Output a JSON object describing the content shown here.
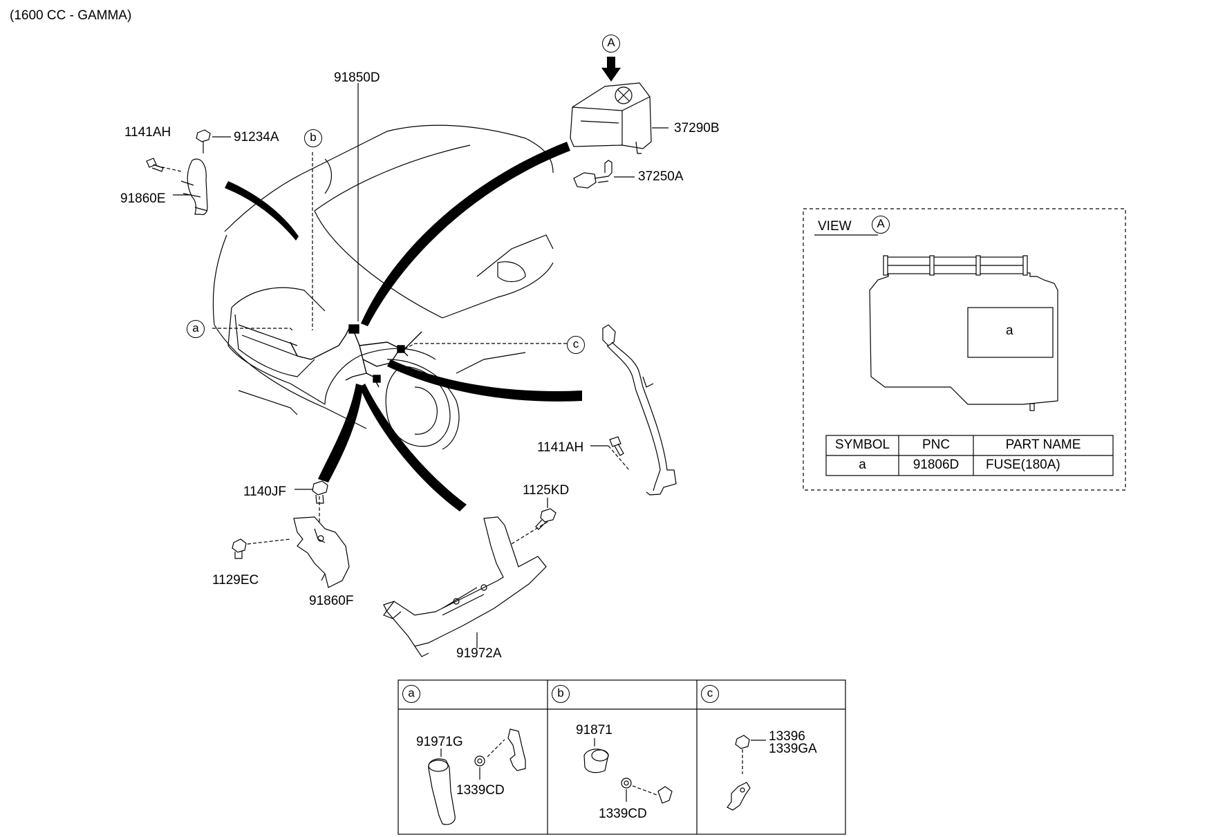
{
  "header": {
    "title": "(1600 CC - GAMMA)"
  },
  "parts": {
    "p91850D": "91850D",
    "p37290B": "37290B",
    "p37250A": "37250A",
    "p1141AH_top": "1141AH",
    "p91234A": "91234A",
    "p91860E": "91860E",
    "p1141AH_right": "1141AH",
    "p1140JF": "1140JF",
    "p1125KD": "1125KD",
    "p1129EC": "1129EC",
    "p91860F": "91860F",
    "p91972A": "91972A"
  },
  "callouts": {
    "A": "A",
    "a": "a",
    "b": "b",
    "c": "c"
  },
  "view": {
    "label": "VIEW",
    "marker": "A",
    "fuse_symbol": "a",
    "table": {
      "headers": [
        "SYMBOL",
        "PNC",
        "PART NAME"
      ],
      "row": [
        "a",
        "91806D",
        "FUSE(180A)"
      ]
    }
  },
  "detail_panels": {
    "a": {
      "marker": "a",
      "part1": "91971G",
      "part2": "1339CD"
    },
    "b": {
      "marker": "b",
      "part1": "91871",
      "part2": "1339CD"
    },
    "c": {
      "marker": "c",
      "part1": "13396",
      "part2": "1339GA"
    }
  }
}
